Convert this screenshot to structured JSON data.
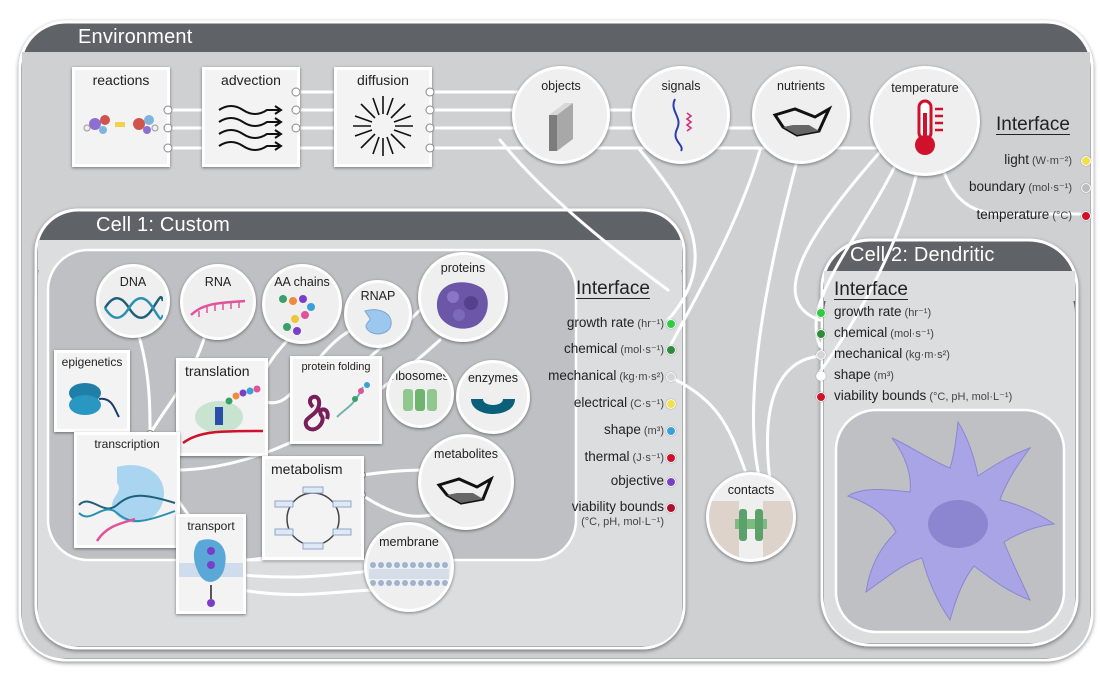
{
  "environment": {
    "title": "Environment"
  },
  "processes": {
    "reactions": "reactions",
    "advection": "advection",
    "diffusion": "diffusion"
  },
  "env_nodes": {
    "objects": "objects",
    "signals": "signals",
    "nutrients": "nutrients",
    "temperature": "temperature"
  },
  "env_interface": {
    "title": "Interface",
    "rows": [
      {
        "label": "light",
        "unit": "(W·m⁻²)",
        "color": "#f2e04b"
      },
      {
        "label": "boundary",
        "unit": "(mol·s⁻¹)",
        "color": "#bdbdbd"
      },
      {
        "label": "temperature",
        "unit": "(°C)",
        "color": "#d0112b"
      }
    ]
  },
  "cell1": {
    "title": "Cell 1: Custom",
    "nodes": {
      "dna": "DNA",
      "rna": "RNA",
      "aa_chains": "AA chains",
      "rnap": "RNAP",
      "proteins": "proteins",
      "ribosomes": "ribosomes",
      "enzymes": "enzymes",
      "metabolites": "metabolites",
      "membrane": "membrane"
    },
    "processes": {
      "epigenetics": "epigenetics",
      "translation": "translation",
      "protein_folding": "protein folding",
      "transcription": "transcription",
      "metabolism": "metabolism",
      "transport": "transport"
    },
    "interface": {
      "title": "Interface",
      "rows": [
        {
          "label": "growth rate",
          "unit": "(hr⁻¹)",
          "color": "#2ecc40"
        },
        {
          "label": "chemical",
          "unit": "(mol·s⁻¹)",
          "color": "#2e8b3a"
        },
        {
          "label": "mechanical",
          "unit": "(kg·m·s²)",
          "color": "#d6d6d6"
        },
        {
          "label": "electrical",
          "unit": "(C·s⁻¹)",
          "color": "#f2e04b"
        },
        {
          "label": "shape",
          "unit": "(m³)",
          "color": "#3aa0d8"
        },
        {
          "label": "thermal",
          "unit": "(J·s⁻¹)",
          "color": "#d0112b"
        },
        {
          "label": "objective",
          "unit": "",
          "color": "#7a3fc7"
        },
        {
          "label": "viability bounds",
          "unit": "",
          "color": "#b0102a"
        }
      ],
      "viability_sub": "(°C, pH, mol·L⁻¹)"
    }
  },
  "contacts": {
    "label": "contacts"
  },
  "cell2": {
    "title": "Cell 2: Dendritic",
    "interface": {
      "title": "Interface",
      "rows": [
        {
          "label": "growth rate",
          "unit": "(hr⁻¹)",
          "color": "#2ecc40"
        },
        {
          "label": "chemical",
          "unit": "(mol·s⁻¹)",
          "color": "#2e8b3a"
        },
        {
          "label": "mechanical",
          "unit": "(kg·m·s²)",
          "color": "#d6d6d6"
        },
        {
          "label": "shape",
          "unit": "(m³)",
          "color": "#ffffff"
        },
        {
          "label": "viability bounds",
          "unit": "(°C, pH, mol·L⁻¹)",
          "color": "#d0112b"
        }
      ]
    }
  }
}
